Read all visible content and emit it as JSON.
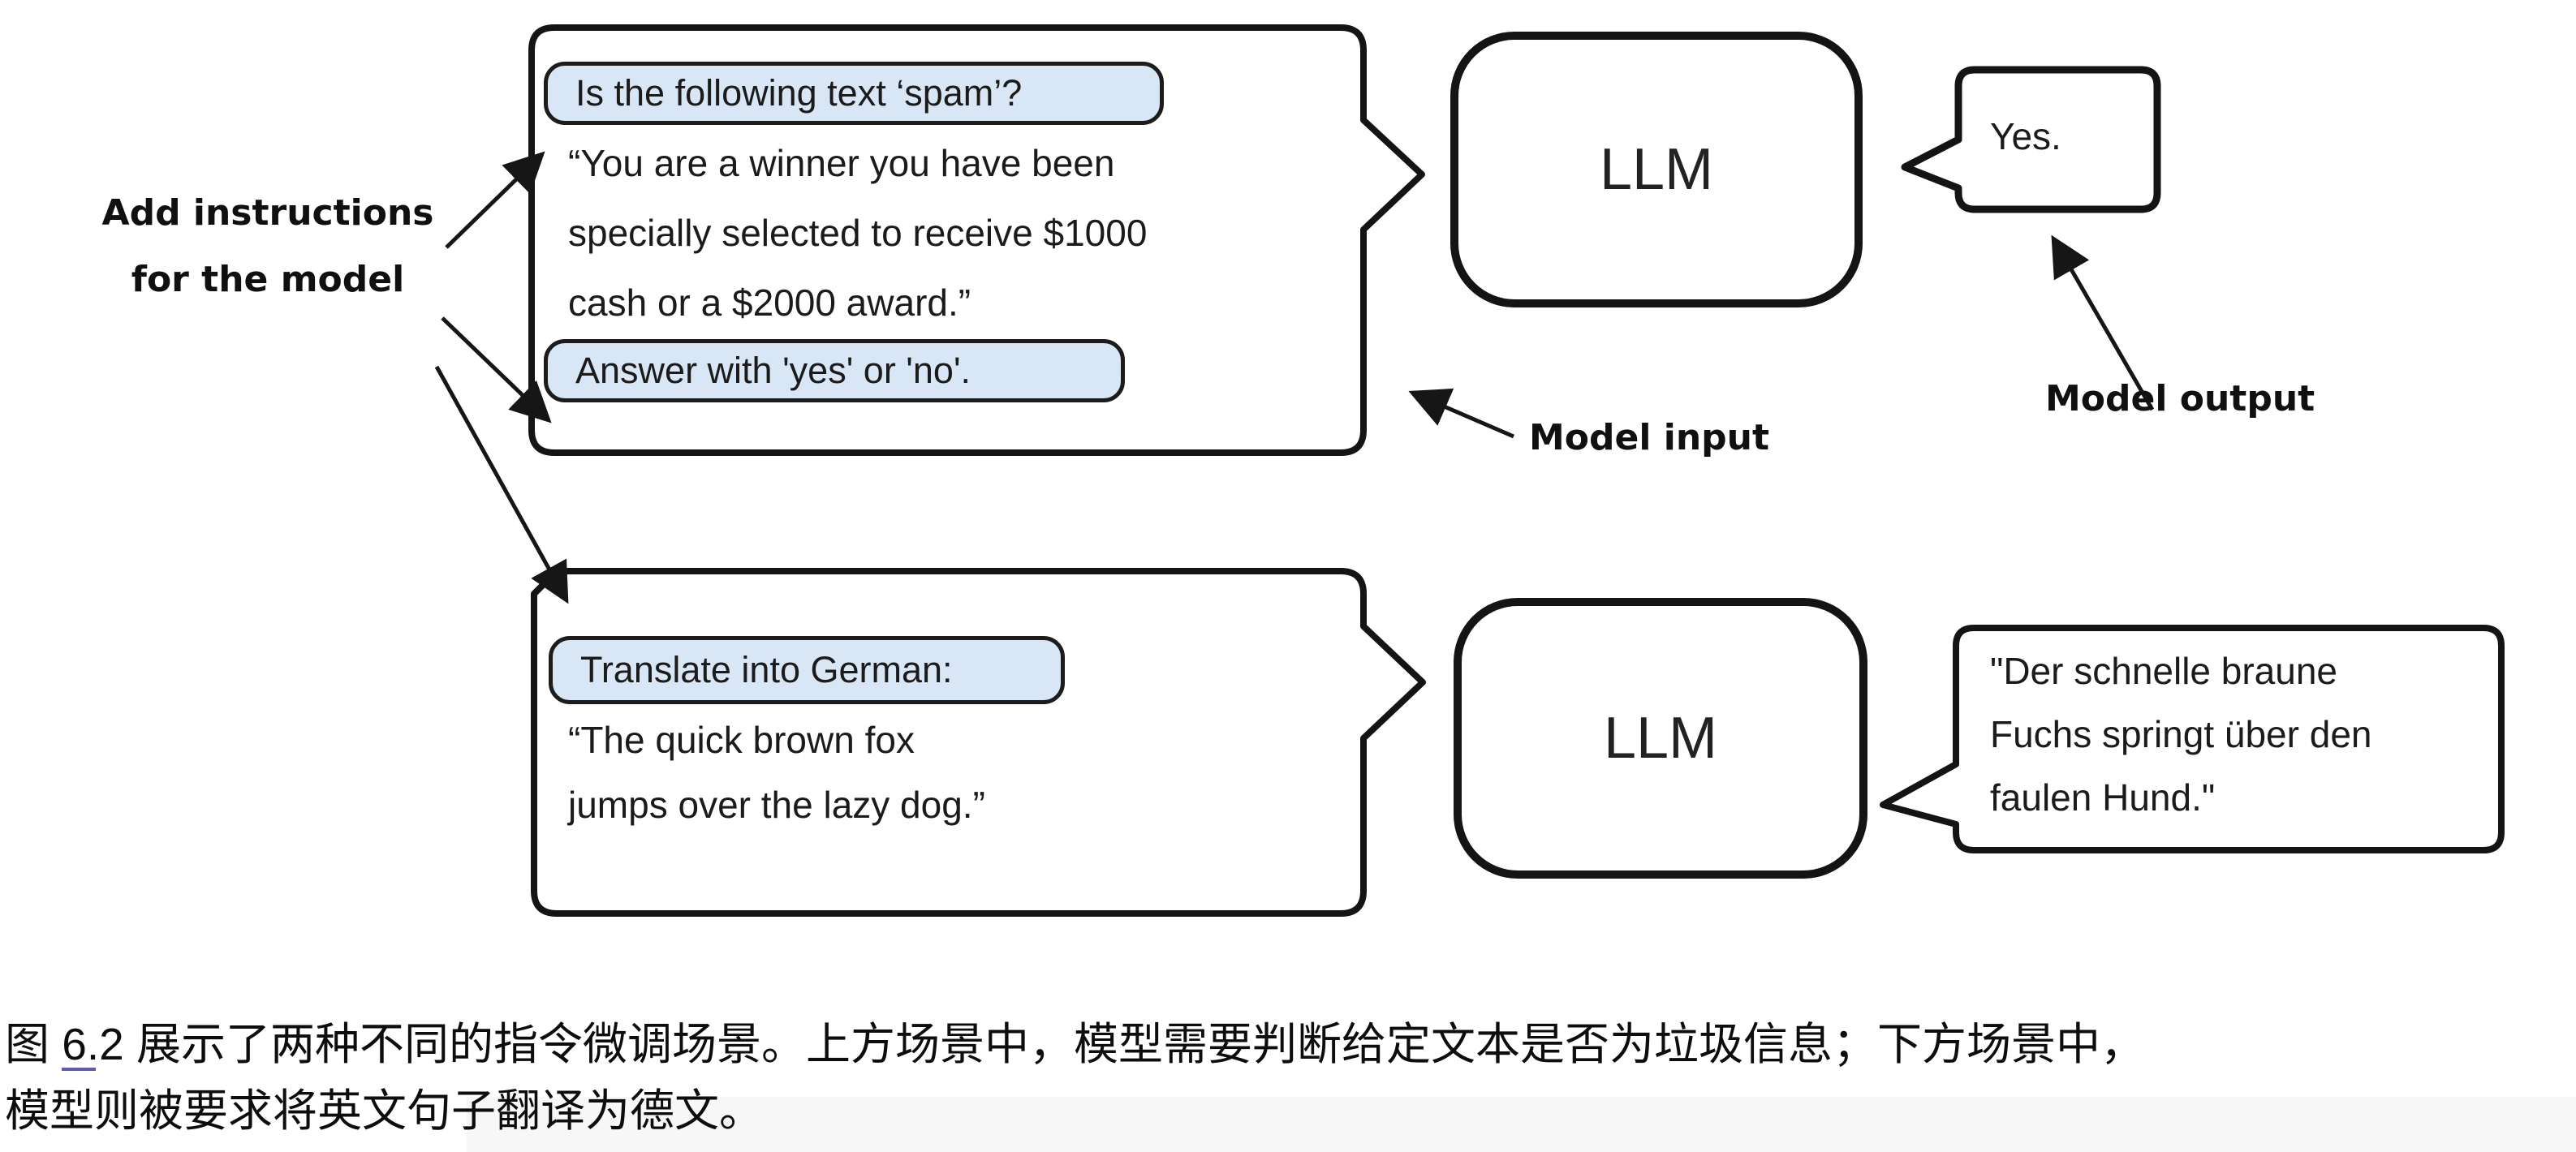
{
  "diagram": {
    "annotations": {
      "add_instructions_line1": "Add instructions",
      "add_instructions_line2": "for the model",
      "model_input": "Model input",
      "model_output": "Model output"
    },
    "scenario_top": {
      "input": {
        "instruction_pill_1": "Is the following text ‘spam’?",
        "body_line_1": "“You are a winner you have been",
        "body_line_2": "specially selected to receive $1000",
        "body_line_3": "cash or a $2000 award.”",
        "instruction_pill_2": "Answer with 'yes' or 'no'."
      },
      "model_label": "LLM",
      "output": "Yes."
    },
    "scenario_bottom": {
      "input": {
        "instruction_pill": "Translate into German:",
        "body_line_1": "“The quick brown fox",
        "body_line_2": "jumps over the lazy dog.”"
      },
      "model_label": "LLM",
      "output_line_1": "\"Der schnelle braune",
      "output_line_2": "Fuchs springt über den",
      "output_line_3": "faulen Hund.\""
    },
    "colors": {
      "pill_fill": "#d9e6f5",
      "stroke": "#141414"
    }
  },
  "caption": {
    "line1": "图 6.2 展示了两种不同的指令微调场景。上方场景中，模型需要判断给定文本是否为垃圾信息；下方场景中，",
    "line2": "模型则被要求将英文句子翻译为德文。"
  }
}
